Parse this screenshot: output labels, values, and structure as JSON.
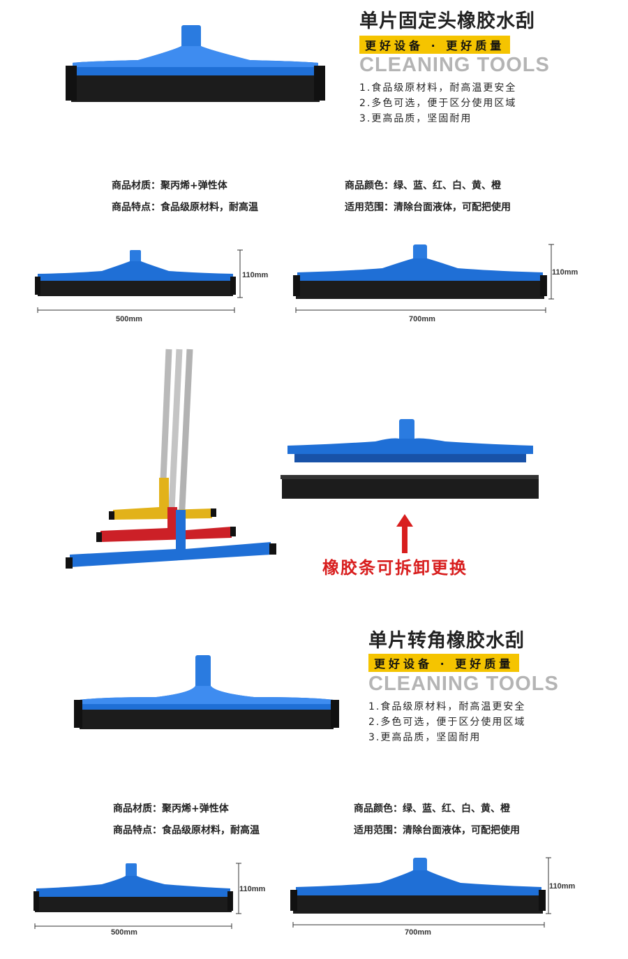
{
  "section1": {
    "title": "单片固定头橡胶水刮",
    "slogan": "更好设备 · 更好质量",
    "brand": "CLEANING TOOLS",
    "features": [
      "1.食品级原材料，耐高温更安全",
      "2.多色可选，便于区分使用区域",
      "3.更高品质，坚固耐用"
    ],
    "specs": {
      "material": "商品材质：聚丙烯+弹性体",
      "color": "商品颜色：绿、蓝、红、白、黄、橙",
      "feature": "商品特点：食品级原材料，耐高温",
      "usage": "适用范围：清除台面液体，可配把使用"
    },
    "dims": {
      "height_a": "110mm",
      "width_a": "500mm",
      "height_b": "110mm",
      "width_b": "700mm"
    }
  },
  "middle": {
    "caption": "橡胶条可拆卸更换"
  },
  "section2": {
    "title": "单片转角橡胶水刮",
    "slogan": "更好设备 · 更好质量",
    "brand": "CLEANING TOOLS",
    "features": [
      "1.食品级原材料，耐高温更安全",
      "2.多色可选，便于区分使用区域",
      "3.更高品质，坚固耐用"
    ],
    "specs": {
      "material": "商品材质：聚丙烯+弹性体",
      "color": "商品颜色：绿、蓝、红、白、黄、橙",
      "feature": "商品特点：食品级原材料，耐高温",
      "usage": "适用范围：清除台面液体，可配把使用"
    },
    "dims": {
      "height_a": "110mm",
      "width_a": "500mm",
      "height_b": "110mm",
      "width_b": "700mm"
    }
  },
  "colors": {
    "blue": "#1f6fd6",
    "dark_blue": "#1852a8",
    "rubber": "#1c1c1c",
    "yellow": "#e2b21a",
    "red": "#cc2027",
    "pole": "#b9b9b9",
    "accent": "#f5c400",
    "caption": "#d81e1e"
  }
}
